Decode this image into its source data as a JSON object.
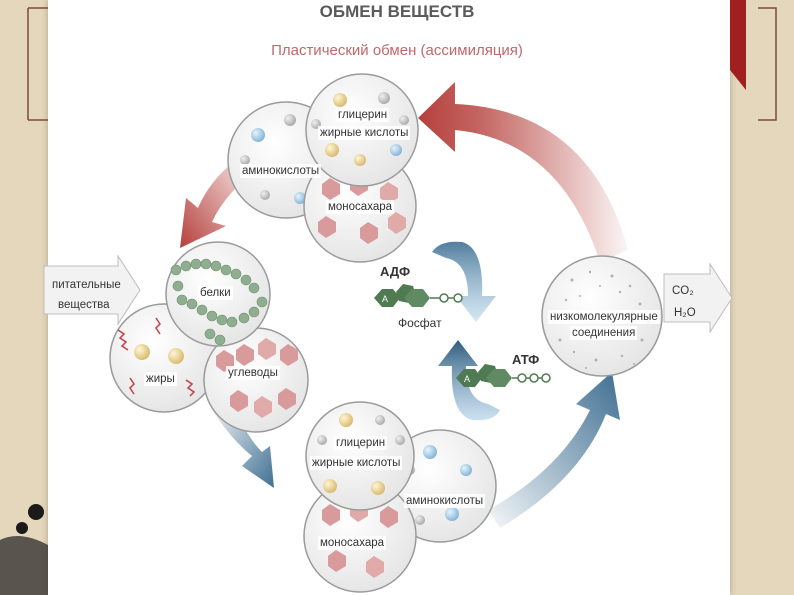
{
  "diagram": {
    "title": "ОБМЕН ВЕЩЕСТВ",
    "subtitle": "Пластический обмен (ассимиляция)",
    "input": {
      "line1": "питательные",
      "line2": "вещества"
    },
    "output": {
      "line1": "CO₂",
      "line2": "H₂O"
    },
    "top_cluster": {
      "glycerin": "глицерин",
      "fatty_acids": "жирные кислоты",
      "amino_acids": "аминокислоты",
      "monosaccharides": "моносахара"
    },
    "food_cluster": {
      "proteins": "белки",
      "fats": "жиры",
      "carbohydrates": "углеводы"
    },
    "bottom_cluster": {
      "glycerin": "глицерин",
      "fatty_acids": "жирные кислоты",
      "amino_acids": "аминокислоты",
      "monosaccharides": "моносахара"
    },
    "low_molecular": {
      "line1": "низкомолекулярные",
      "line2": "соединения"
    },
    "energy": {
      "adp": "АДФ",
      "atp": "АТФ",
      "phosphate": "Фосфат",
      "adenine_letter": "А"
    },
    "colors": {
      "assimilation_arrow": "#b5403c",
      "dissimilation_arrow": "#3f6f92",
      "cell_fill": "#f1f1f1",
      "bead_green": "#8eae8f",
      "bead_red": "#d99a9c"
    }
  }
}
